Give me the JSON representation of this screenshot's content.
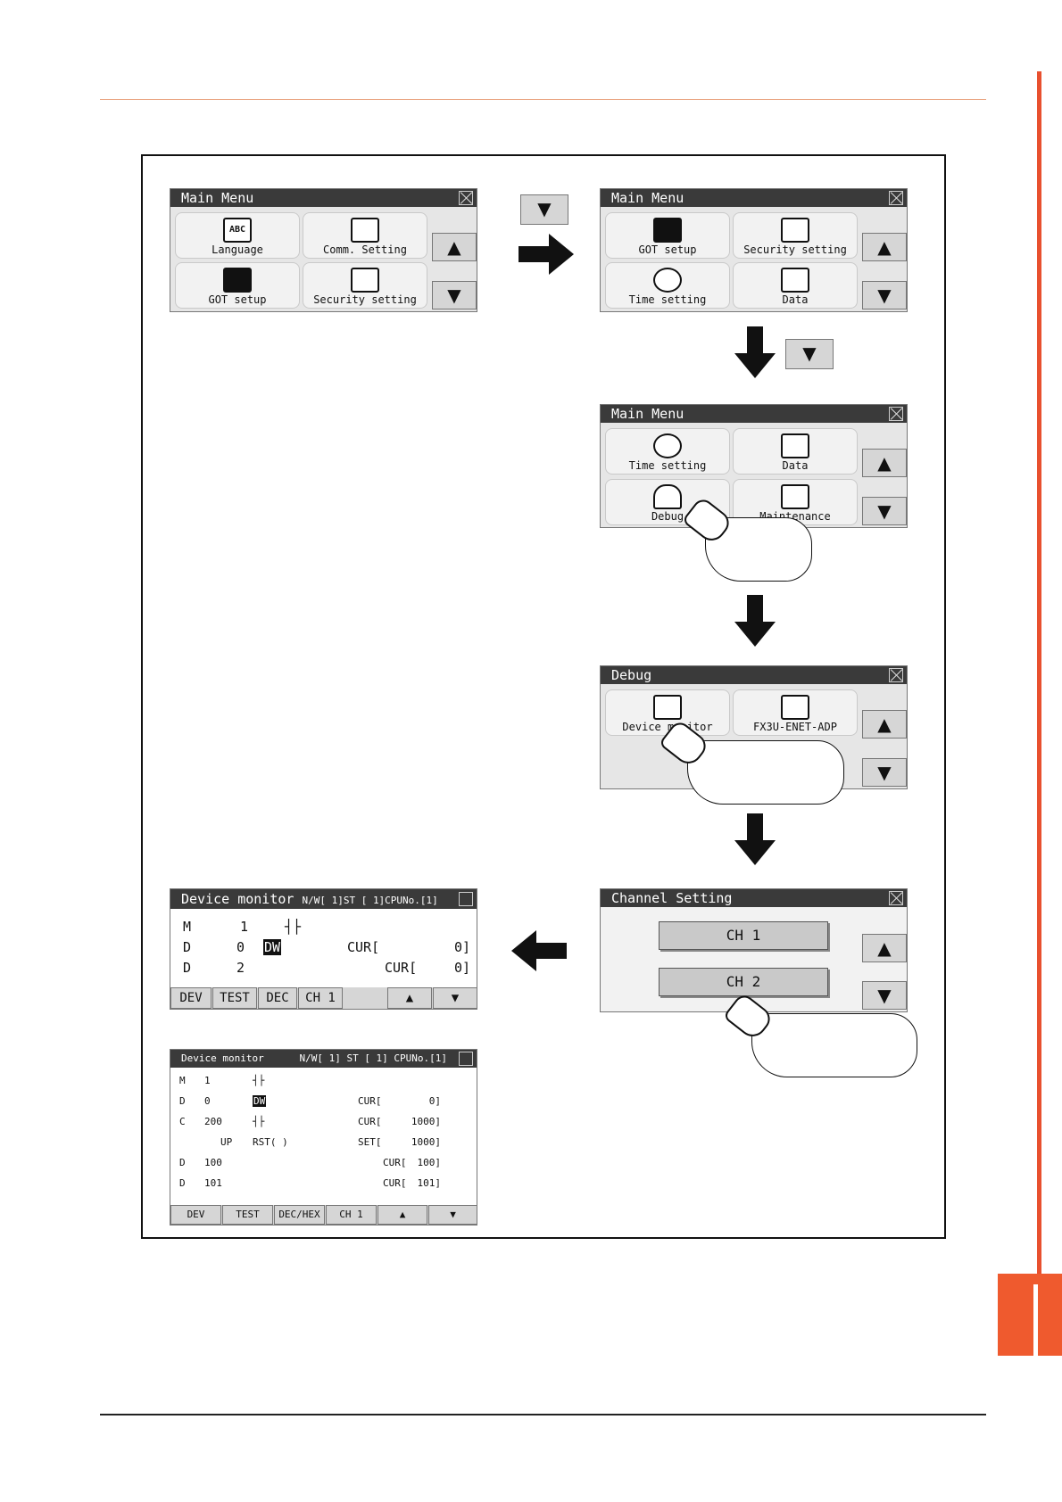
{
  "menu1": {
    "title": "Main Menu",
    "tiles": [
      {
        "label": "Language",
        "icon": "ABC"
      },
      {
        "label": "Comm. Setting",
        "icon": ""
      },
      {
        "label": "GOT setup",
        "icon": ""
      },
      {
        "label": "Security setting",
        "icon": ""
      }
    ],
    "up": "▲",
    "down": "▼"
  },
  "menu2": {
    "title": "Main Menu",
    "tiles": [
      {
        "label": "GOT setup"
      },
      {
        "label": "Security setting"
      },
      {
        "label": "Time setting"
      },
      {
        "label": "Data"
      }
    ],
    "up": "▲",
    "down": "▼"
  },
  "menu3": {
    "title": "Main Menu",
    "tiles": [
      {
        "label": "Time setting"
      },
      {
        "label": "Data"
      },
      {
        "label": "Debug"
      },
      {
        "label": "Maintenance"
      }
    ],
    "up": "▲",
    "down": "▼"
  },
  "debug": {
    "title": "Debug",
    "tiles": [
      {
        "label": "Device monitor"
      },
      {
        "label": "FX3U-ENET-ADP"
      }
    ],
    "up": "▲",
    "down": "▼"
  },
  "channel": {
    "title": "Channel Setting",
    "ch1": "CH 1",
    "ch2": "CH 2",
    "up": "▲",
    "down": "▼"
  },
  "arrows": {
    "down_btn": "▼"
  },
  "devmon1": {
    "title": "Device monitor",
    "title_info": "N/W[  1]ST  [  1]CPUNo.[1]",
    "rows": [
      {
        "dev": "M",
        "num": "1",
        "sym": "┤├",
        "cur": "",
        "val": ""
      },
      {
        "dev": "D",
        "num": "0",
        "sym": "DW",
        "cur": "CUR[",
        "val": "0]"
      },
      {
        "dev": "D",
        "num": "2",
        "sym": "",
        "cur": "CUR[",
        "val": "0]"
      }
    ],
    "buttons": [
      "DEV",
      "TEST",
      "DEC",
      "CH 1",
      "▲",
      "▼"
    ]
  },
  "devmon2": {
    "title": "Device monitor",
    "title_info": "N/W[  1]   ST  [  1]   CPUNo.[1]",
    "rows": [
      {
        "a": "M",
        "b": "1",
        "c": "┤├",
        "d": "",
        "e": "",
        "f": ""
      },
      {
        "a": "D",
        "b": "0",
        "c": "DW",
        "d": "",
        "e": "CUR[",
        "f": "0]"
      },
      {
        "a": "C",
        "b": "200",
        "c": "┤├",
        "d": "",
        "e": "CUR[",
        "f": "1000]"
      },
      {
        "a": "",
        "b": "UP",
        "c": "RST( )",
        "d": "",
        "e": "SET[",
        "f": "1000]"
      },
      {
        "a": "D",
        "b": "100",
        "c": "",
        "d": "",
        "e": "CUR[",
        "f": "100]"
      },
      {
        "a": "D",
        "b": "101",
        "c": "",
        "d": "",
        "e": "CUR[",
        "f": "101]"
      }
    ],
    "buttons": [
      "DEV",
      "TEST",
      "DEC/HEX",
      "CH 1",
      "▲",
      "▼"
    ]
  }
}
